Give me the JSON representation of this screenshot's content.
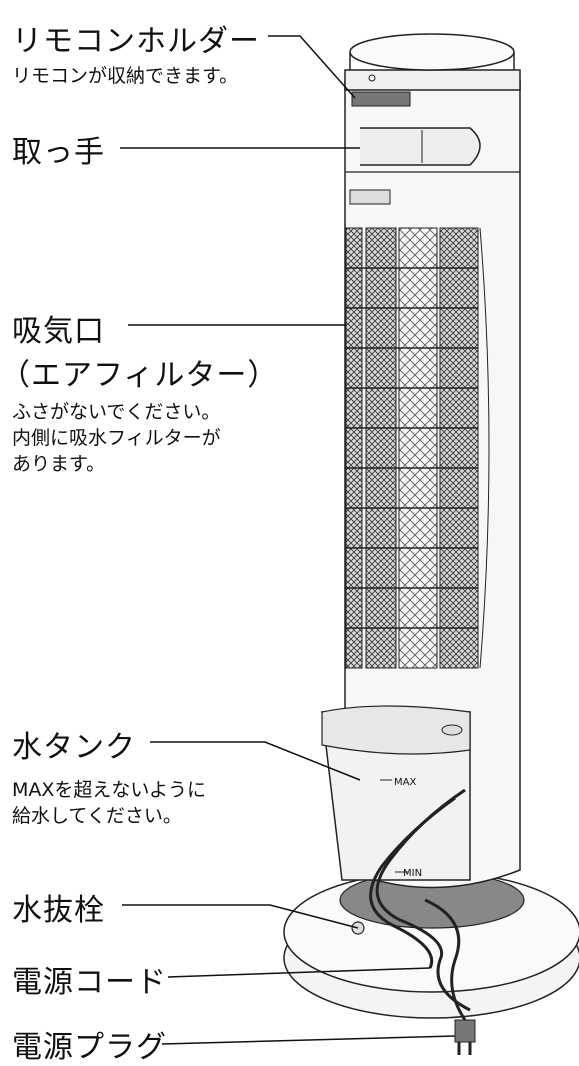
{
  "labels": {
    "remote_holder": {
      "title": "リモコンホルダー",
      "desc": [
        "リモコンが収納できます。"
      ]
    },
    "handle": {
      "title": "取っ手"
    },
    "air_intake": {
      "title": "吸気口",
      "subtitle": "（エアフィルター）",
      "desc": [
        "ふさがないでください。",
        "内側に吸水フィルターが",
        "あります。"
      ]
    },
    "water_tank": {
      "title": "水タンク",
      "desc": [
        "MAXを超えないように",
        "給水してください。"
      ]
    },
    "drain_plug": {
      "title": "水抜栓"
    },
    "power_cord": {
      "title": "電源コード"
    },
    "power_plug": {
      "title": "電源プラグ"
    }
  },
  "tank_marks": {
    "max": "MAX",
    "min": "MIN"
  }
}
